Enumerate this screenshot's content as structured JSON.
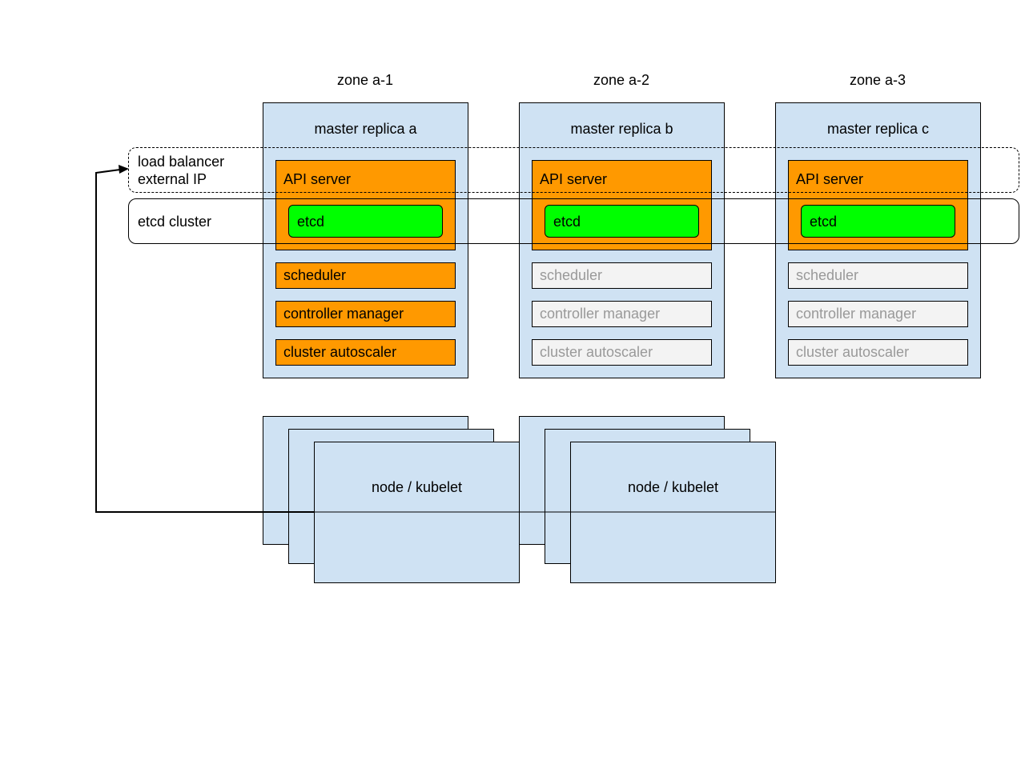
{
  "zones": [
    "zone a-1",
    "zone a-2",
    "zone a-3"
  ],
  "masters": [
    {
      "title": "master replica a",
      "api": "API server",
      "etcd": "etcd",
      "components": [
        "scheduler",
        "controller manager",
        "cluster autoscaler"
      ],
      "active": true
    },
    {
      "title": "master replica b",
      "api": "API server",
      "etcd": "etcd",
      "components": [
        "scheduler",
        "controller manager",
        "cluster autoscaler"
      ],
      "active": false
    },
    {
      "title": "master replica c",
      "api": "API server",
      "etcd": "etcd",
      "components": [
        "scheduler",
        "controller manager",
        "cluster autoscaler"
      ],
      "active": false
    }
  ],
  "load_balancer": {
    "line1": "load balancer",
    "line2": "external IP"
  },
  "etcd_cluster": {
    "label": "etcd cluster"
  },
  "nodes": [
    {
      "label": "node / kubelet"
    },
    {
      "label": "node / kubelet"
    }
  ],
  "colors": {
    "master_fill": "#cfe2f3",
    "active_component": "#ff9900",
    "etcd_fill": "#00ff00",
    "inactive_component": "#f3f3f3",
    "inactive_text": "#999999"
  }
}
